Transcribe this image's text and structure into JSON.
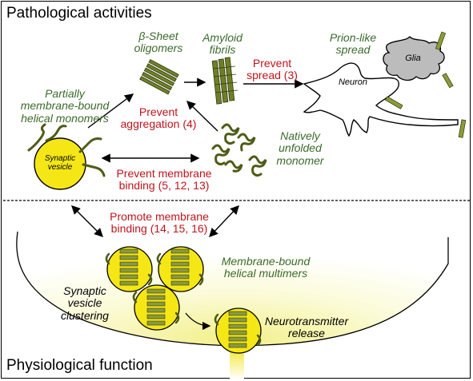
{
  "sections": {
    "pathological_title": "Pathological activities",
    "physiological_title": "Physiological function"
  },
  "species": {
    "beta_sheet": [
      "β-Sheet",
      "oligomers"
    ],
    "amyloid": [
      "Amyloid",
      "fibrils"
    ],
    "prion": [
      "Prion-like",
      "spread"
    ],
    "partial_monomers": [
      "Partially",
      "membrane-bound",
      "helical monomers"
    ],
    "natively_unfolded": [
      "Natively",
      "unfolded",
      "monomer"
    ],
    "membrane_multimers": [
      "Membrane-bound",
      "helical multimers"
    ]
  },
  "interventions": {
    "prevent_spread": [
      "Prevent",
      "spread (3)"
    ],
    "prevent_aggregation": [
      "Prevent",
      "aggregation (4)"
    ],
    "prevent_membrane_binding": [
      "Prevent membrane",
      "binding (5, 12, 13)"
    ],
    "promote_membrane_binding": [
      "Promote membrane",
      "binding (14, 15, 16)"
    ]
  },
  "cell_labels": {
    "neuron": "Neuron",
    "glia": "Glia",
    "synaptic_vesicle": [
      "Synaptic",
      "vesicle"
    ]
  },
  "processes": {
    "clustering": [
      "Synaptic",
      "vesicle",
      "clustering"
    ],
    "release": [
      "Neurotransmitter",
      "release"
    ]
  },
  "colors": {
    "green_text": "#3a6b2a",
    "red_text": "#c0141c",
    "vesicle_fill": "#f5e716",
    "protein_green": "#5d6e1e",
    "neuron_fill": "#ffffff",
    "glia_fill": "#bcbcbc"
  }
}
